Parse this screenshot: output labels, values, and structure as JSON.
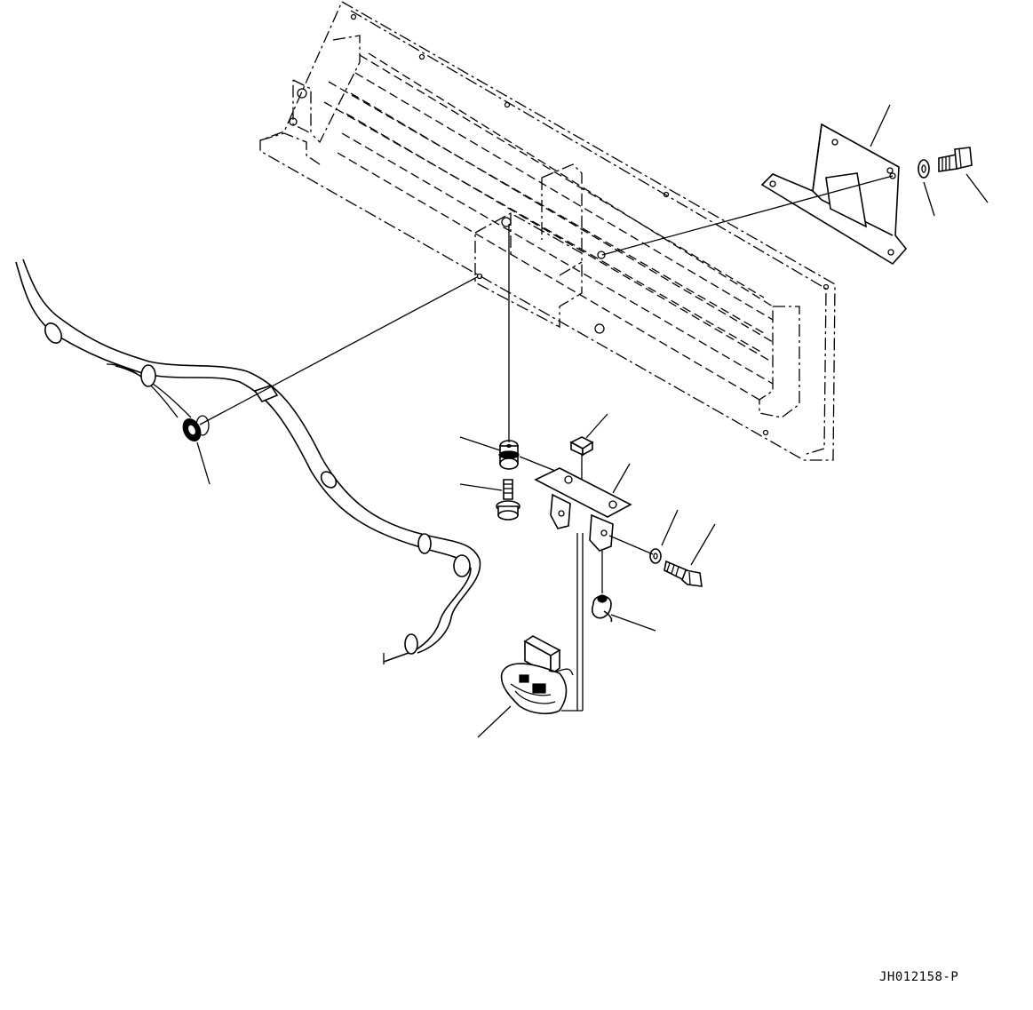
{
  "drawing": {
    "code": "JH012158-P"
  },
  "parts": [
    {
      "icon": "radiator-grille-panel"
    },
    {
      "icon": "mounting-bracket"
    },
    {
      "icon": "washer"
    },
    {
      "icon": "bolt"
    },
    {
      "icon": "wiring-harness"
    },
    {
      "icon": "grommet"
    },
    {
      "icon": "rubber-mount"
    },
    {
      "icon": "cushion-pad"
    },
    {
      "icon": "sensor-bracket"
    },
    {
      "icon": "flange-bolt"
    },
    {
      "icon": "clip"
    },
    {
      "icon": "sensor-connector"
    }
  ]
}
